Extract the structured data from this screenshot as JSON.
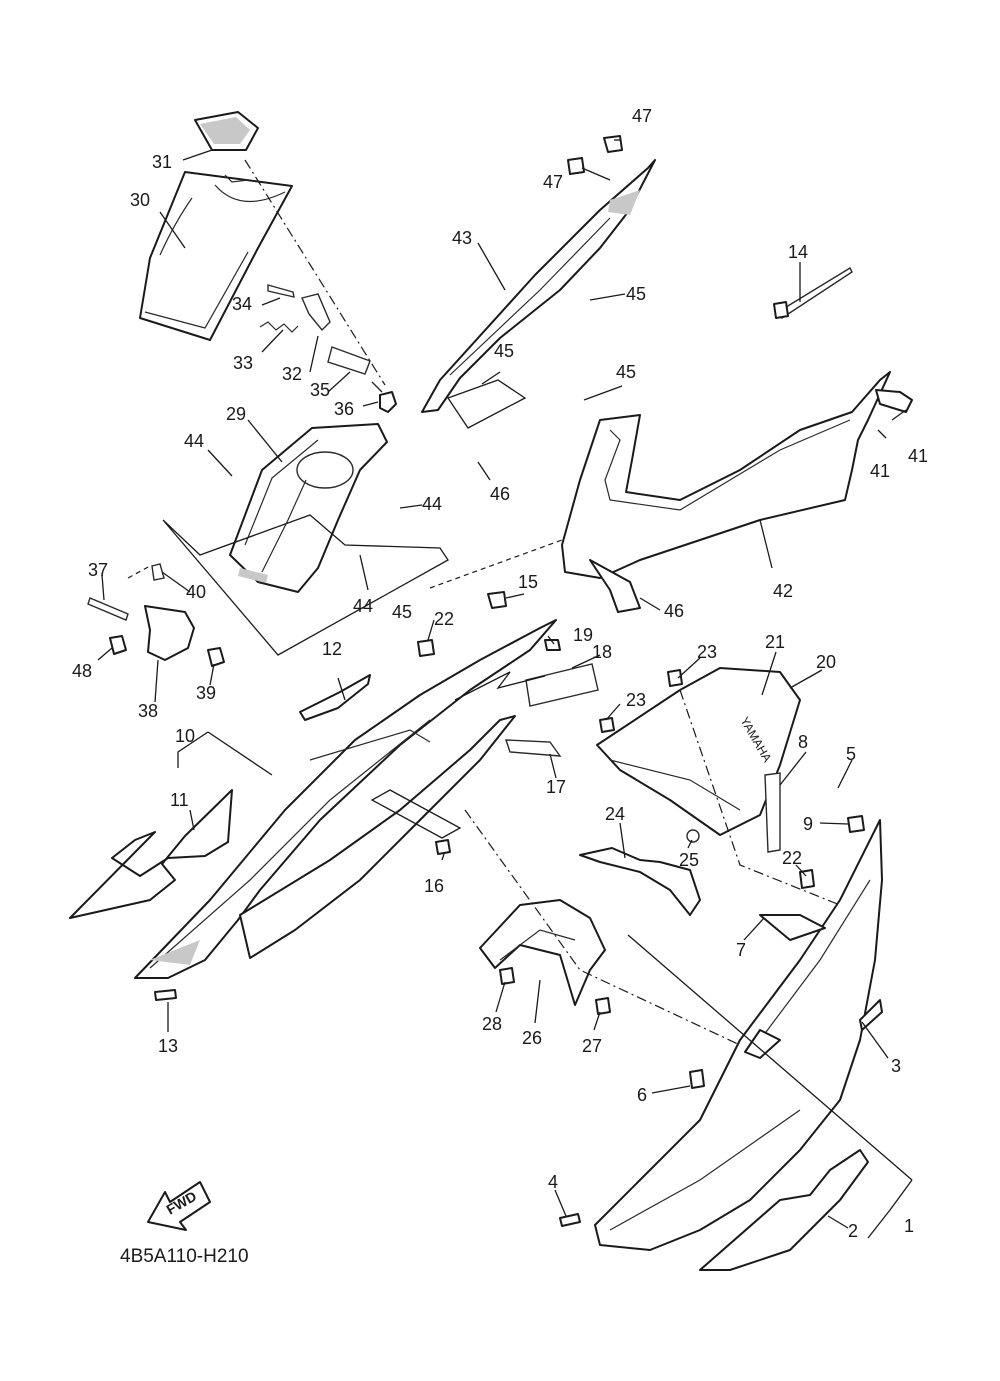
{
  "drawing_code": "4B5A110-H210",
  "fwd_label": "FWD",
  "brand_text": "YAMAHA",
  "callouts": [
    "1",
    "2",
    "3",
    "4",
    "5",
    "6",
    "7",
    "8",
    "9",
    "10",
    "11",
    "12",
    "13",
    "14",
    "15",
    "16",
    "17",
    "18",
    "19",
    "20",
    "21",
    "22",
    "22",
    "23",
    "23",
    "24",
    "25",
    "26",
    "27",
    "28",
    "29",
    "30",
    "31",
    "32",
    "33",
    "34",
    "35",
    "36",
    "37",
    "38",
    "39",
    "40",
    "41",
    "41",
    "42",
    "43",
    "44",
    "44",
    "44",
    "45",
    "45",
    "45",
    "45",
    "46",
    "46",
    "47",
    "47",
    "48"
  ],
  "colors": {
    "line": "#1a1a1a",
    "shade": "#c8c8c8",
    "background": "#ffffff"
  },
  "icons": {
    "fwd": "fwd-arrow-icon"
  }
}
